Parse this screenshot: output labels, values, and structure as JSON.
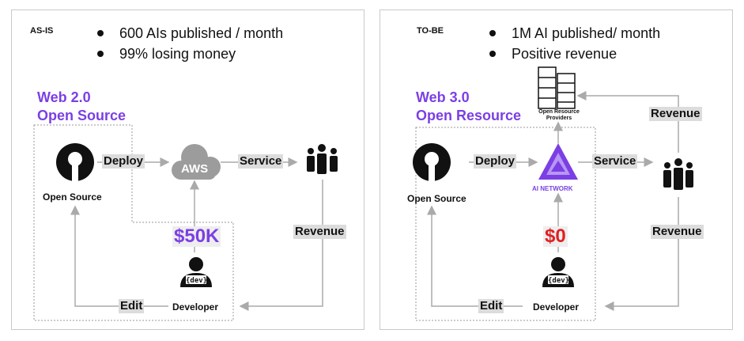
{
  "left": {
    "tag": "AS-IS",
    "bullets": [
      "600 AIs published / month",
      "99% losing money"
    ],
    "heading_line1": "Web 2.0",
    "heading_line2": "Open Source",
    "deploy_label": "Deploy",
    "aws_text": "AWS",
    "service_label": "Service",
    "open_source_caption": "Open Source",
    "revenue_label": "Revenue",
    "cost": "$50K",
    "dev_badge": "{dev}",
    "developer_caption": "Developer",
    "edit_label": "Edit"
  },
  "right": {
    "tag": "TO-BE",
    "bullets": [
      "1M AI published/ month",
      "Positive revenue"
    ],
    "heading_line1": "Web 3.0",
    "heading_line2": "Open Resource",
    "providers_line1": "Open Resource",
    "providers_line2": "Providers",
    "revenue_top_label": "Revenue",
    "deploy_label": "Deploy",
    "ai_network_caption": "AI NETWORK",
    "service_label": "Service",
    "open_source_caption": "Open Source",
    "revenue_label": "Revenue",
    "cost": "$0",
    "dev_badge": "{dev}",
    "developer_caption": "Developer",
    "edit_label": "Edit"
  },
  "colors": {
    "accent_purple": "#7b3fe4",
    "cost_red": "#e02020",
    "arrow_gray": "#aaaaaa",
    "label_bg": "#dcdcdc"
  }
}
